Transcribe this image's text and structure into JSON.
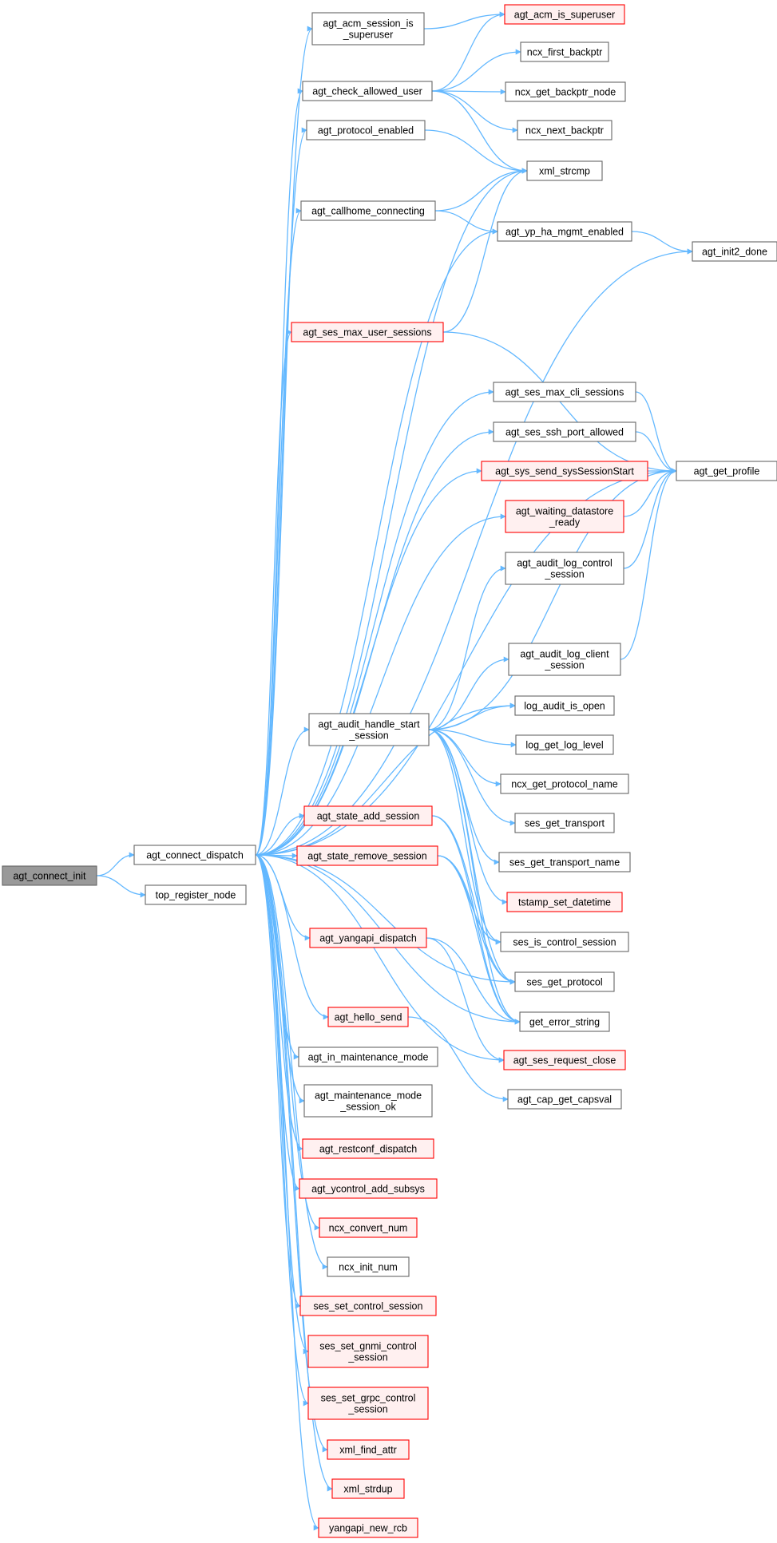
{
  "diagram": {
    "type": "call-graph",
    "colors": {
      "edge": "#63b8ff",
      "root_fill": "#999999",
      "root_border": "#666666",
      "normal_fill": "#ffffff",
      "normal_border": "#666666",
      "truncated_fill": "#fff0f0",
      "truncated_border": "#ff0000",
      "text": "#000000"
    },
    "nodes": [
      {
        "id": "n1",
        "lines": [
          "agt_connect_init"
        ],
        "style": "root"
      },
      {
        "id": "n2",
        "lines": [
          "agt_connect_dispatch"
        ],
        "style": "normal"
      },
      {
        "id": "n3",
        "lines": [
          "top_register_node"
        ],
        "style": "normal"
      },
      {
        "id": "n4",
        "lines": [
          "agt_acm_session_is",
          "_superuser"
        ],
        "style": "normal"
      },
      {
        "id": "n5",
        "lines": [
          "agt_acm_is_superuser"
        ],
        "style": "truncated"
      },
      {
        "id": "n6",
        "lines": [
          "agt_check_allowed_user"
        ],
        "style": "normal"
      },
      {
        "id": "n7",
        "lines": [
          "ncx_first_backptr"
        ],
        "style": "normal"
      },
      {
        "id": "n8",
        "lines": [
          "ncx_get_backptr_node"
        ],
        "style": "normal"
      },
      {
        "id": "n9",
        "lines": [
          "ncx_next_backptr"
        ],
        "style": "normal"
      },
      {
        "id": "n10",
        "lines": [
          "xml_strcmp"
        ],
        "style": "normal"
      },
      {
        "id": "n11",
        "lines": [
          "agt_protocol_enabled"
        ],
        "style": "normal"
      },
      {
        "id": "n12",
        "lines": [
          "agt_callhome_connecting"
        ],
        "style": "normal"
      },
      {
        "id": "n13",
        "lines": [
          "agt_yp_ha_mgmt_enabled"
        ],
        "style": "normal"
      },
      {
        "id": "n14",
        "lines": [
          "agt_init2_done"
        ],
        "style": "normal"
      },
      {
        "id": "n15",
        "lines": [
          "agt_ses_max_user_sessions"
        ],
        "style": "truncated"
      },
      {
        "id": "n16",
        "lines": [
          "agt_get_profile"
        ],
        "style": "normal"
      },
      {
        "id": "n17",
        "lines": [
          "agt_ses_max_cli_sessions"
        ],
        "style": "normal"
      },
      {
        "id": "n18",
        "lines": [
          "agt_ses_ssh_port_allowed"
        ],
        "style": "normal"
      },
      {
        "id": "n19",
        "lines": [
          "agt_sys_send_sysSessionStart"
        ],
        "style": "truncated"
      },
      {
        "id": "n20",
        "lines": [
          "agt_waiting_datastore",
          "_ready"
        ],
        "style": "truncated"
      },
      {
        "id": "n21",
        "lines": [
          "agt_audit_log_control",
          "_session"
        ],
        "style": "normal"
      },
      {
        "id": "n22",
        "lines": [
          "agt_audit_log_client",
          "_session"
        ],
        "style": "normal"
      },
      {
        "id": "n23",
        "lines": [
          "agt_audit_handle_start",
          "_session"
        ],
        "style": "normal"
      },
      {
        "id": "n24",
        "lines": [
          "log_audit_is_open"
        ],
        "style": "normal"
      },
      {
        "id": "n25",
        "lines": [
          "log_get_log_level"
        ],
        "style": "normal"
      },
      {
        "id": "n26",
        "lines": [
          "ncx_get_protocol_name"
        ],
        "style": "normal"
      },
      {
        "id": "n27",
        "lines": [
          "ses_get_transport"
        ],
        "style": "normal"
      },
      {
        "id": "n28",
        "lines": [
          "ses_get_transport_name"
        ],
        "style": "normal"
      },
      {
        "id": "n29",
        "lines": [
          "tstamp_set_datetime"
        ],
        "style": "truncated"
      },
      {
        "id": "n30",
        "lines": [
          "ses_is_control_session"
        ],
        "style": "normal"
      },
      {
        "id": "n31",
        "lines": [
          "ses_get_protocol"
        ],
        "style": "normal"
      },
      {
        "id": "n32",
        "lines": [
          "get_error_string"
        ],
        "style": "normal"
      },
      {
        "id": "n33",
        "lines": [
          "agt_ses_request_close"
        ],
        "style": "truncated"
      },
      {
        "id": "n34",
        "lines": [
          "agt_cap_get_capsval"
        ],
        "style": "normal"
      },
      {
        "id": "n35",
        "lines": [
          "agt_state_add_session"
        ],
        "style": "truncated"
      },
      {
        "id": "n36",
        "lines": [
          "agt_state_remove_session"
        ],
        "style": "truncated"
      },
      {
        "id": "n37",
        "lines": [
          "agt_yangapi_dispatch"
        ],
        "style": "truncated"
      },
      {
        "id": "n38",
        "lines": [
          "agt_hello_send"
        ],
        "style": "truncated"
      },
      {
        "id": "n39",
        "lines": [
          "agt_in_maintenance_mode"
        ],
        "style": "normal"
      },
      {
        "id": "n40",
        "lines": [
          "agt_maintenance_mode",
          "_session_ok"
        ],
        "style": "normal"
      },
      {
        "id": "n41",
        "lines": [
          "agt_restconf_dispatch"
        ],
        "style": "truncated"
      },
      {
        "id": "n42",
        "lines": [
          "agt_ycontrol_add_subsys"
        ],
        "style": "truncated"
      },
      {
        "id": "n43",
        "lines": [
          "ncx_convert_num"
        ],
        "style": "truncated"
      },
      {
        "id": "n44",
        "lines": [
          "ncx_init_num"
        ],
        "style": "normal"
      },
      {
        "id": "n45",
        "lines": [
          "ses_set_control_session"
        ],
        "style": "truncated"
      },
      {
        "id": "n46",
        "lines": [
          "ses_set_gnmi_control",
          "_session"
        ],
        "style": "truncated"
      },
      {
        "id": "n47",
        "lines": [
          "ses_set_grpc_control",
          "_session"
        ],
        "style": "truncated"
      },
      {
        "id": "n48",
        "lines": [
          "xml_find_attr"
        ],
        "style": "truncated"
      },
      {
        "id": "n49",
        "lines": [
          "xml_strdup"
        ],
        "style": "truncated"
      },
      {
        "id": "n50",
        "lines": [
          "yangapi_new_rcb"
        ],
        "style": "truncated"
      }
    ],
    "edges": [
      [
        "n1",
        "n2"
      ],
      [
        "n1",
        "n3"
      ],
      [
        "n2",
        "n4"
      ],
      [
        "n2",
        "n6"
      ],
      [
        "n2",
        "n11"
      ],
      [
        "n2",
        "n10"
      ],
      [
        "n2",
        "n12"
      ],
      [
        "n2",
        "n13"
      ],
      [
        "n2",
        "n14"
      ],
      [
        "n2",
        "n15"
      ],
      [
        "n2",
        "n16"
      ],
      [
        "n2",
        "n17"
      ],
      [
        "n2",
        "n18"
      ],
      [
        "n2",
        "n19"
      ],
      [
        "n2",
        "n20"
      ],
      [
        "n2",
        "n23"
      ],
      [
        "n2",
        "n24"
      ],
      [
        "n2",
        "n35"
      ],
      [
        "n2",
        "n36"
      ],
      [
        "n2",
        "n32"
      ],
      [
        "n2",
        "n37"
      ],
      [
        "n2",
        "n38"
      ],
      [
        "n2",
        "n39"
      ],
      [
        "n2",
        "n40"
      ],
      [
        "n2",
        "n41"
      ],
      [
        "n2",
        "n42"
      ],
      [
        "n2",
        "n43"
      ],
      [
        "n2",
        "n44"
      ],
      [
        "n2",
        "n45"
      ],
      [
        "n2",
        "n46"
      ],
      [
        "n2",
        "n47"
      ],
      [
        "n2",
        "n48"
      ],
      [
        "n2",
        "n49"
      ],
      [
        "n2",
        "n50"
      ],
      [
        "n2",
        "n33"
      ],
      [
        "n2",
        "n31"
      ],
      [
        "n4",
        "n5"
      ],
      [
        "n6",
        "n5"
      ],
      [
        "n6",
        "n7"
      ],
      [
        "n6",
        "n8"
      ],
      [
        "n6",
        "n9"
      ],
      [
        "n6",
        "n10"
      ],
      [
        "n11",
        "n10"
      ],
      [
        "n12",
        "n10"
      ],
      [
        "n12",
        "n13"
      ],
      [
        "n13",
        "n14"
      ],
      [
        "n15",
        "n10"
      ],
      [
        "n15",
        "n16"
      ],
      [
        "n17",
        "n16"
      ],
      [
        "n18",
        "n16"
      ],
      [
        "n19",
        "n16"
      ],
      [
        "n20",
        "n16"
      ],
      [
        "n21",
        "n16"
      ],
      [
        "n22",
        "n16"
      ],
      [
        "n23",
        "n21"
      ],
      [
        "n23",
        "n22"
      ],
      [
        "n23",
        "n16"
      ],
      [
        "n23",
        "n24"
      ],
      [
        "n23",
        "n25"
      ],
      [
        "n23",
        "n26"
      ],
      [
        "n23",
        "n27"
      ],
      [
        "n23",
        "n28"
      ],
      [
        "n23",
        "n29"
      ],
      [
        "n23",
        "n30"
      ],
      [
        "n23",
        "n31"
      ],
      [
        "n23",
        "n32"
      ],
      [
        "n35",
        "n31"
      ],
      [
        "n35",
        "n32"
      ],
      [
        "n36",
        "n31"
      ],
      [
        "n36",
        "n32"
      ],
      [
        "n36",
        "n30"
      ],
      [
        "n37",
        "n32"
      ],
      [
        "n37",
        "n33"
      ],
      [
        "n38",
        "n34"
      ]
    ]
  }
}
